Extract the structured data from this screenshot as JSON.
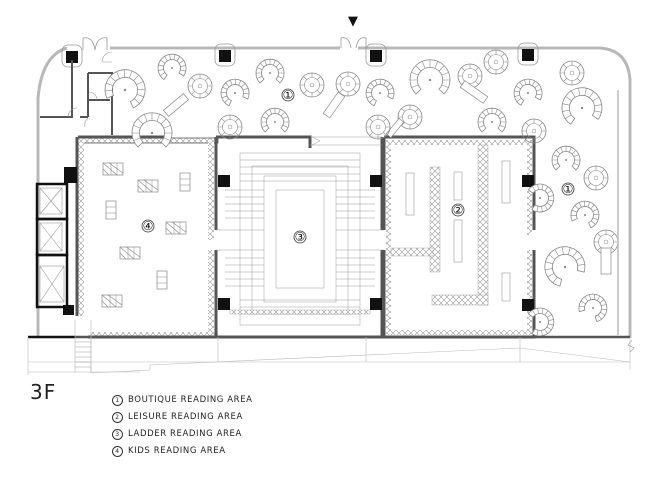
{
  "floor": {
    "label": "3F"
  },
  "entrance_marker": "▼",
  "areas": [
    {
      "id": 1,
      "symbol": "①",
      "name": "BOUTIQUE READING AREA"
    },
    {
      "id": 2,
      "symbol": "②",
      "name": "LEISURE READING AREA"
    },
    {
      "id": 3,
      "symbol": "③",
      "name": "LADDER READING AREA"
    },
    {
      "id": 4,
      "symbol": "④",
      "name": "KIDS READING AREA"
    }
  ],
  "plan_labels": {
    "boutique_top": "①",
    "boutique_right": "①",
    "leisure": "②",
    "ladder": "③",
    "kids": "④"
  },
  "colors": {
    "wall": "#555555",
    "outer_wall": "#b0b0b0",
    "column": "#111111",
    "line": "#777777",
    "background": "#ffffff"
  }
}
